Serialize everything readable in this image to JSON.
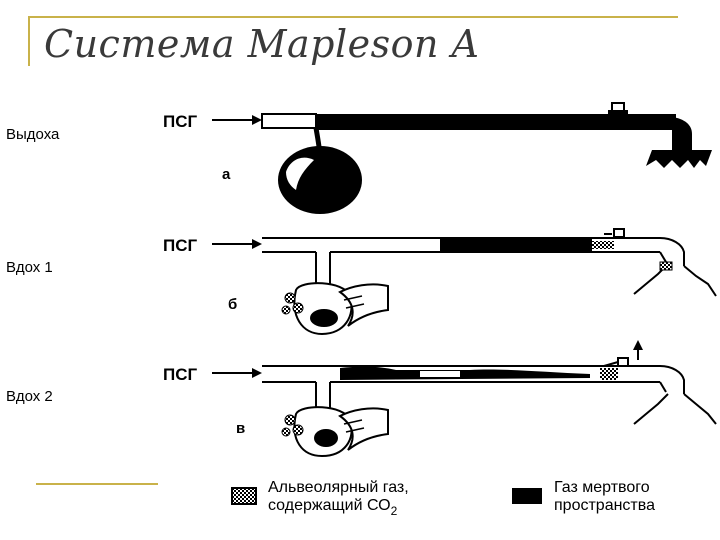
{
  "slide": {
    "title": "Система Mapleson A"
  },
  "phases": [
    {
      "label": "Выдоха",
      "panel_letter": "а"
    },
    {
      "label": "Вдох 1",
      "panel_letter": "б"
    },
    {
      "label": "Вдох 2",
      "panel_letter": "в"
    }
  ],
  "gas_inlet_label": "ПСГ",
  "legend": {
    "alveolar_line1": "Альвеолярный газ,",
    "alveolar_line2": "содержащий СО",
    "alveolar_subscript": "2",
    "deadspace_line1": "Газ мертвого",
    "deadspace_line2": "пространства"
  }
}
